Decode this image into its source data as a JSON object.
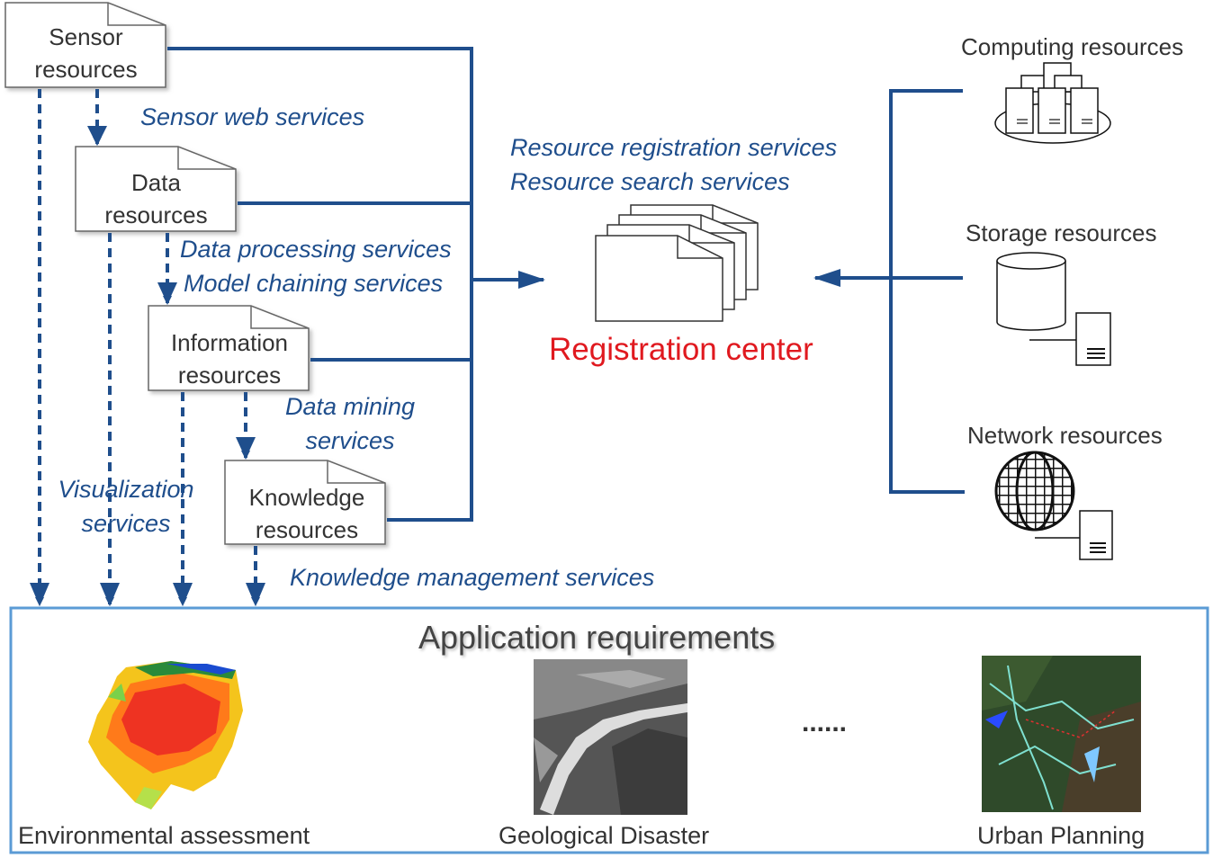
{
  "resources": {
    "sensor": [
      "Sensor",
      "resources"
    ],
    "data": [
      "Data",
      "resources"
    ],
    "information": [
      "Information",
      "resources"
    ],
    "knowledge": [
      "Knowledge",
      "resources"
    ]
  },
  "services": {
    "sensor_web": "Sensor web services",
    "data_processing": "Data processing services",
    "model_chaining": "Model chaining services",
    "data_mining": [
      "Data mining",
      "services"
    ],
    "visualization": [
      "Visualization",
      "services"
    ],
    "knowledge_management": "Knowledge management services",
    "resource_registration": "Resource registration services",
    "resource_search": "Resource search services"
  },
  "registration_center": "Registration center",
  "infrastructure": {
    "computing": "Computing resources",
    "storage": "Storage resources",
    "network": "Network resources"
  },
  "applications": {
    "title": "Application requirements",
    "environmental": "Environmental assessment",
    "geological": "Geological Disaster",
    "ellipsis": "......",
    "urban": "Urban Planning"
  },
  "colors": {
    "line_blue": "#1f4e8c",
    "accent_red": "#e0191f",
    "frame_blue": "#5b9bd5"
  }
}
